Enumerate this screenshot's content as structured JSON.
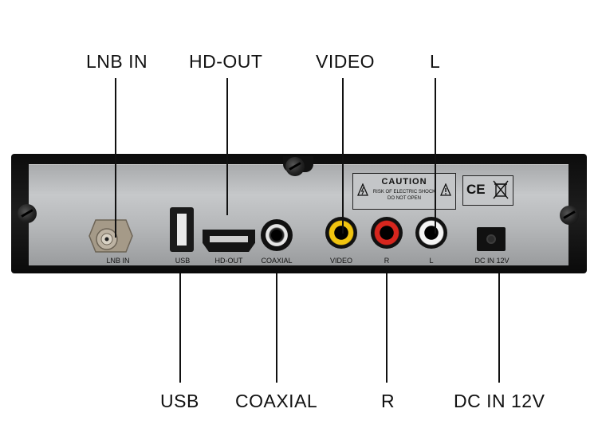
{
  "callouts": {
    "lnb_in": "LNB IN",
    "hd_out": "HD-OUT",
    "video": "VIDEO",
    "l": "L",
    "usb": "USB",
    "coaxial": "COAXIAL",
    "r": "R",
    "dc_in": "DC IN 12V"
  },
  "panel_labels": {
    "lnb_in": "LNB IN",
    "usb": "USB",
    "hd_out": "HD-OUT",
    "coaxial": "COAXIAL",
    "video": "VIDEO",
    "r": "R",
    "l": "L",
    "dc_in": "DC IN 12V"
  },
  "caution": {
    "title": "CAUTION",
    "line1": "RISK OF ELECTRIC SHOCK",
    "line2": "DO NOT OPEN"
  },
  "cert": {
    "ce": "CE"
  },
  "colors": {
    "video_jack": "#f1c40f",
    "r_jack": "#d7261e",
    "l_jack": "#f4f4f4",
    "coaxial_jack": "#1a1a1a"
  },
  "icons": [
    "electric-shock-warning-icon",
    "weee-bin-icon",
    "ce-mark"
  ]
}
